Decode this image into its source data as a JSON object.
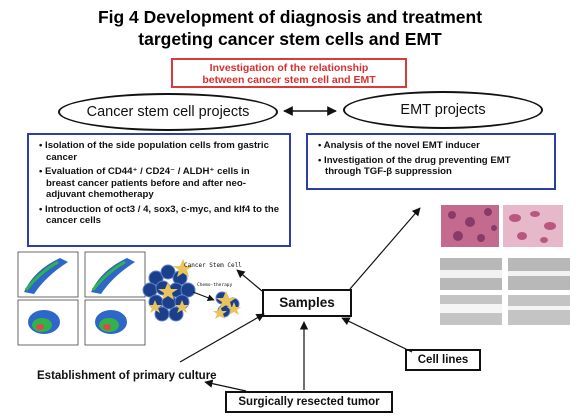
{
  "title": "Fig 4 Development of diagnosis and treatment targeting cancer stem cells and EMT",
  "title_line1": "Fig 4 Development of diagnosis and treatment",
  "title_line2": "targeting cancer stem cells and EMT",
  "subtitle_line1": "Investigation of the relationship",
  "subtitle_line2": "between cancer stem cell and EMT",
  "csc_projects": {
    "label": "Cancer stem cell projects",
    "items": [
      "Isolation of the side population cells from gastric cancer",
      "Evaluation of CD44⁺ / CD24⁻ / ALDH⁺ cells in breast cancer patients before and after neo-adjuvant chemotherapy",
      "Introduction of oct3 / 4, sox3, c-myc, and klf4 to the cancer cells"
    ]
  },
  "emt_projects": {
    "label": "EMT projects",
    "items": [
      "Analysis of the novel EMT inducer",
      "Investigation of the drug preventing EMT through TGF-β suppression"
    ]
  },
  "samples": "Samples",
  "cell_lines": "Cell lines",
  "surgically_resected_tumor": "Surgically resected tumor",
  "primary_culture": "Establishment of primary culture",
  "diagram_labels": {
    "cancer_stem_cell": "Cancer Stem Cell",
    "chemo_therapy": "Chemo-therapy"
  },
  "colors": {
    "subtitle_border": "#d93a3a",
    "subtitle_text": "#d72f2f",
    "project_box_border": "#2c3ea7",
    "tumor_cell": "#1c3f8a",
    "stem_cell": "#e8c45a",
    "histology_pink": "#c46a8e"
  }
}
